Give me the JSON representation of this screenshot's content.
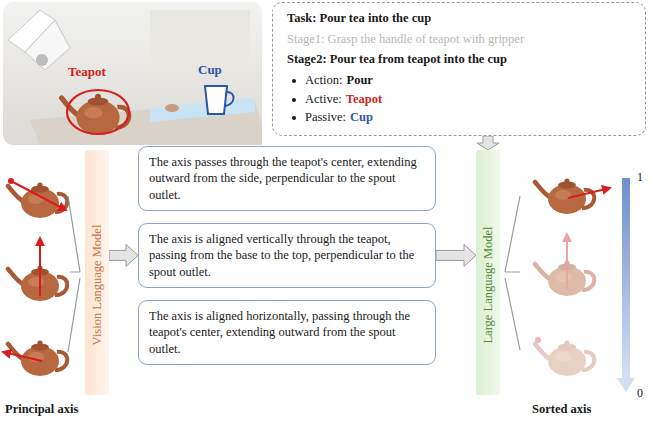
{
  "diagram": {
    "nodes": [
      {
        "text": [
          "Task: Pour tea into the cup",
          "Stage1: Grasp the handle of teapot with gripper",
          "Stage2: Pour tea from teapot into the cup",
          "Action:",
          "Pour",
          "Active:",
          "Teapot",
          "Passive:",
          "Cup"
        ]
      },
      {
        "text": [
          "Vision Language Model"
        ]
      },
      {
        "text": [
          "The axis passes through the teapot's center, extending outward from the side, perpendicular to the spout outlet."
        ]
      },
      {
        "text": [
          "The axis is aligned vertically through the teapot, passing from the base to the top, perpendicular to the spout outlet."
        ]
      },
      {
        "text": [
          "The axis is aligned horizontally, passing through the teapot's center, extending outward from the spout outlet."
        ]
      },
      {
        "text": [
          "Large Language Model"
        ]
      }
    ],
    "edges": [
      {
        "from": 0,
        "to": 5,
        "arrow": "to"
      },
      {
        "from": 1,
        "to": 3,
        "arrow": "to"
      },
      {
        "from": 3,
        "to": 5,
        "arrow": "to"
      }
    ],
    "labels": [
      "Teapot",
      "Cup",
      "Principal axis",
      "Sorted axis",
      "1",
      "0"
    ]
  }
}
